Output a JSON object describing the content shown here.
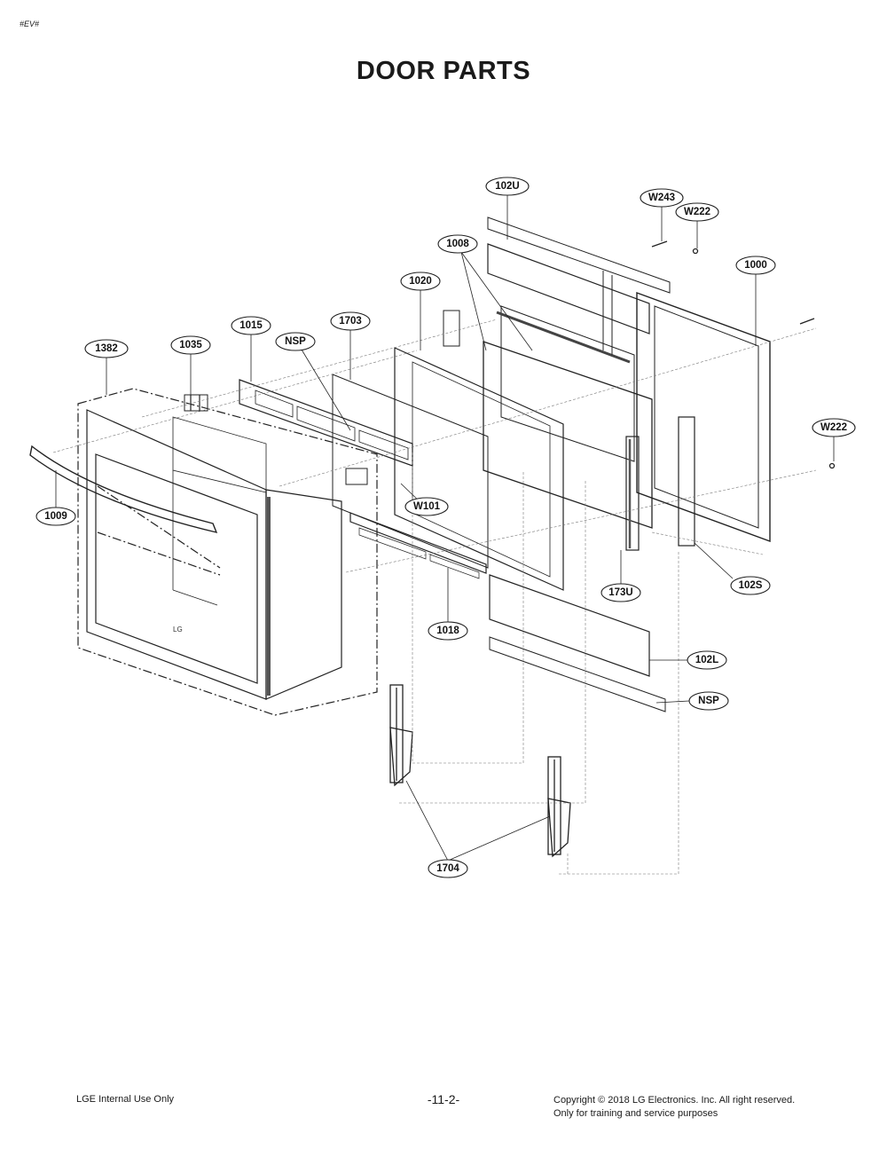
{
  "header": {
    "corner_code": "#EV#",
    "title": "DOOR PARTS"
  },
  "labels": [
    {
      "id": "l-1382",
      "text": "1382"
    },
    {
      "id": "l-1035",
      "text": "1035"
    },
    {
      "id": "l-1015",
      "text": "1015"
    },
    {
      "id": "l-nsp-top",
      "text": "NSP"
    },
    {
      "id": "l-1703",
      "text": "1703"
    },
    {
      "id": "l-1020",
      "text": "1020"
    },
    {
      "id": "l-1008",
      "text": "1008"
    },
    {
      "id": "l-102u",
      "text": "102U"
    },
    {
      "id": "l-w243",
      "text": "W243"
    },
    {
      "id": "l-w222-top",
      "text": "W222"
    },
    {
      "id": "l-1000",
      "text": "1000"
    },
    {
      "id": "l-w222-right",
      "text": "W222"
    },
    {
      "id": "l-1009",
      "text": "1009"
    },
    {
      "id": "l-w101",
      "text": "W101"
    },
    {
      "id": "l-1018",
      "text": "1018"
    },
    {
      "id": "l-173u",
      "text": "173U"
    },
    {
      "id": "l-102s",
      "text": "102S"
    },
    {
      "id": "l-102l",
      "text": "102L"
    },
    {
      "id": "l-nsp-bottom",
      "text": "NSP"
    },
    {
      "id": "l-1704",
      "text": "1704"
    }
  ],
  "footer": {
    "left": "LGE Internal Use Only",
    "page": "-11-2-",
    "copyright_line1": "Copyright © 2018 LG Electronics. Inc. All right reserved.",
    "copyright_line2": "Only for training and service purposes"
  }
}
